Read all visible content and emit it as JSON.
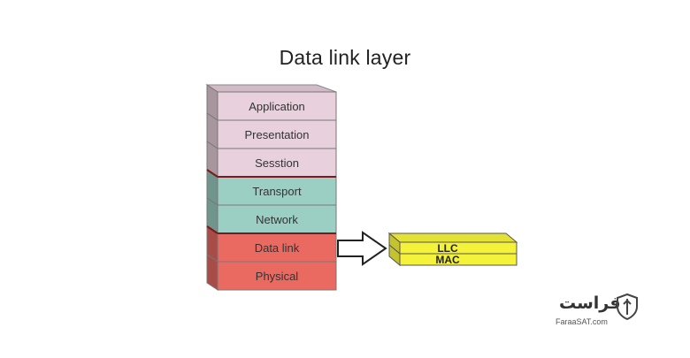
{
  "title": "Data link layer",
  "layers": [
    {
      "label": "Application",
      "color": "#e8d0dc"
    },
    {
      "label": "Presentation",
      "color": "#e8d0dc"
    },
    {
      "label": "Sesstion",
      "color": "#e8d0dc"
    },
    {
      "label": "Transport",
      "color": "#9ccfc4"
    },
    {
      "label": "Network",
      "color": "#9ccfc4"
    },
    {
      "label": "Data link",
      "color": "#ea6a62"
    },
    {
      "label": "Physical",
      "color": "#ea6a62"
    }
  ],
  "sublayers": [
    {
      "label": "LLC",
      "color": "#f5f23a"
    },
    {
      "label": "MAC",
      "color": "#f5f23a"
    }
  ],
  "logo": {
    "text_fa": "فراست",
    "text_en": "FaraaSAT.com",
    "icon": "shield-icon"
  }
}
